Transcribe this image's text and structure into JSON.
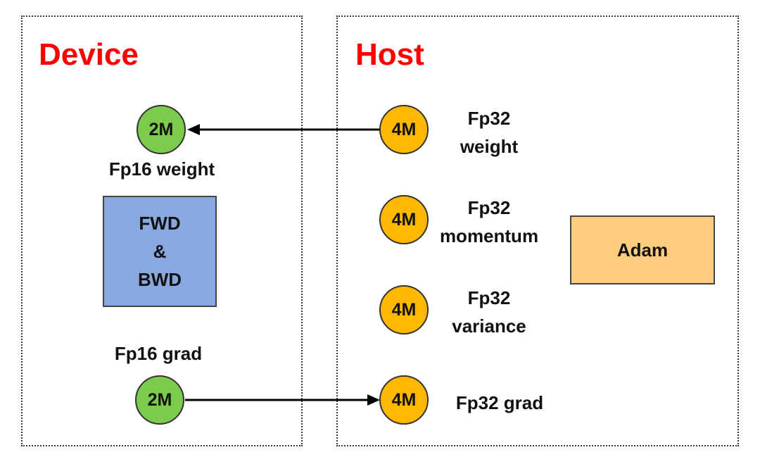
{
  "colors": {
    "panel_title": "#ff0000",
    "device_node": "#7ccc4c",
    "host_node": "#ffb800",
    "compute_box": "#8aa8e0",
    "optimizer_box": "#ffcc80",
    "arrow": "#000000"
  },
  "device": {
    "title": "Device",
    "weight_node": {
      "value": "2M",
      "label": "Fp16 weight"
    },
    "compute": {
      "line1": "FWD",
      "line2": "&",
      "line3": "BWD"
    },
    "grad_node": {
      "value": "2M",
      "label": "Fp16 grad"
    }
  },
  "host": {
    "title": "Host",
    "weight": {
      "value": "4M",
      "label_line1": "Fp32",
      "label_line2": "weight"
    },
    "momentum": {
      "value": "4M",
      "label_line1": "Fp32",
      "label_line2": "momentum"
    },
    "variance": {
      "value": "4M",
      "label_line1": "Fp32",
      "label_line2": "variance"
    },
    "grad": {
      "value": "4M",
      "label": "Fp32 grad"
    },
    "optimizer": {
      "label": "Adam"
    }
  }
}
